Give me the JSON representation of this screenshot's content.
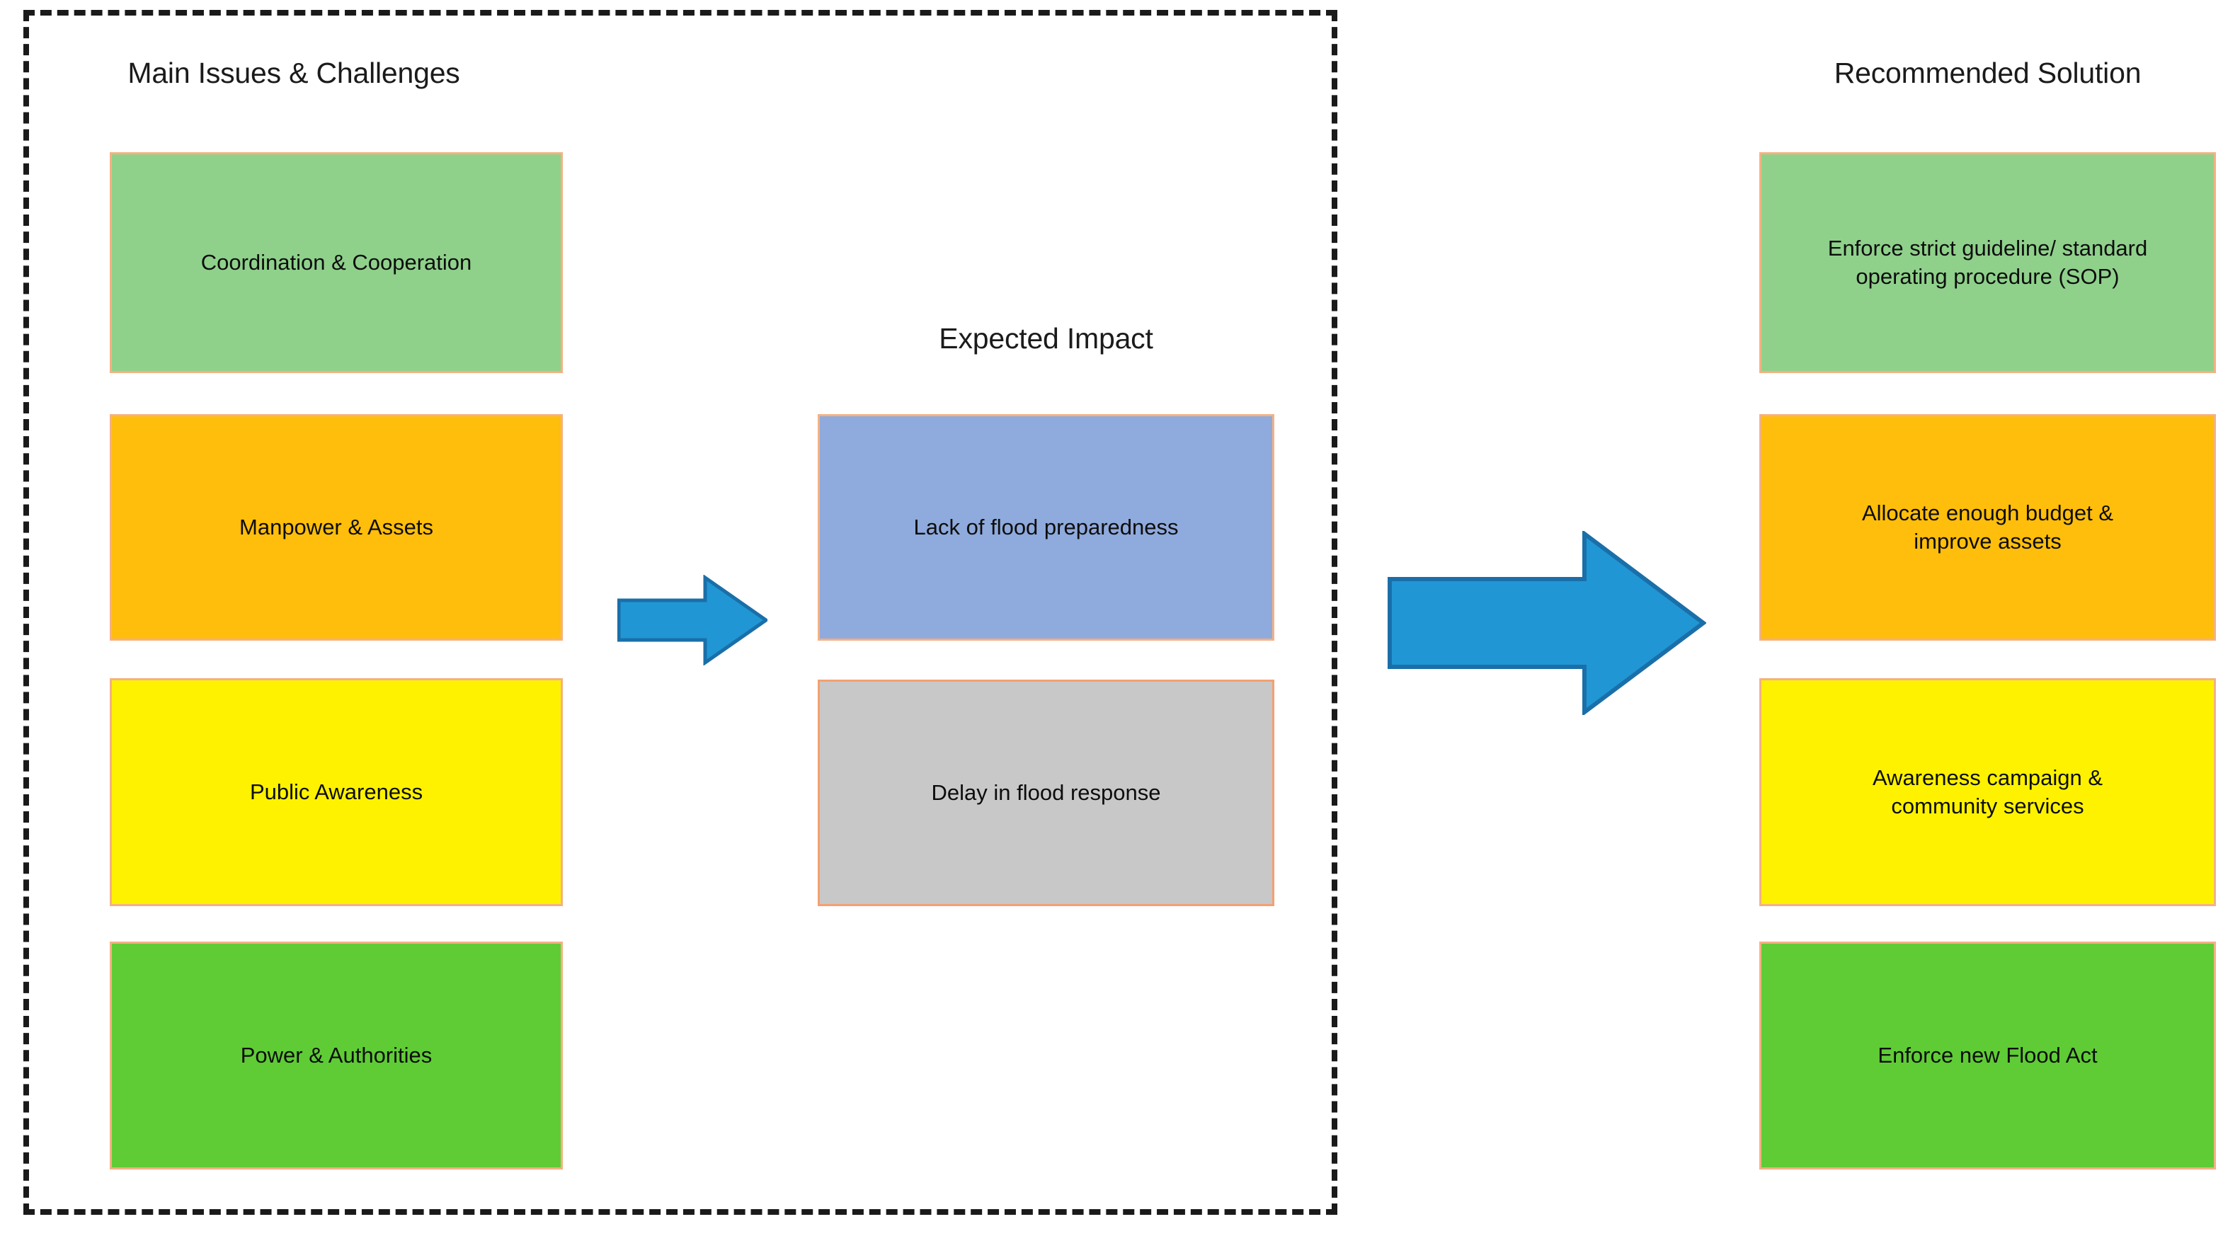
{
  "diagram": {
    "title_left": "Main Issues & Challenges",
    "title_center": "Expected Impact",
    "title_right": "Recommended Solution",
    "colors": {
      "box_border": "#f4b183",
      "gray_box_border": "#f4a071",
      "arrow_fill": "#2196d4",
      "arrow_stroke": "#1a6fa8",
      "frame_dash": "#1a1a1a",
      "green_light": "#8fd18b",
      "amber": "#ffbe0b",
      "yellow": "#fff200",
      "green_bright": "#5fcc36",
      "blue": "#8faadc",
      "gray": "#c8c8c8"
    },
    "issues": [
      {
        "label": "Coordination & Cooperation",
        "fill": "#8fd18b"
      },
      {
        "label": "Manpower & Assets",
        "fill": "#ffbe0b"
      },
      {
        "label": "Public Awareness",
        "fill": "#fff200"
      },
      {
        "label": "Power & Authorities",
        "fill": "#5fcc36"
      }
    ],
    "impacts": [
      {
        "label": "Lack of flood preparedness",
        "fill": "#8faadc"
      },
      {
        "label": "Delay in flood response",
        "fill": "#c8c8c8"
      }
    ],
    "solutions": [
      {
        "label": "Enforce strict guideline/ standard\noperating procedure (SOP)",
        "fill": "#8fd18b"
      },
      {
        "label": "Allocate enough budget &\nimprove assets",
        "fill": "#ffbe0b"
      },
      {
        "label": "Awareness campaign &\ncommunity services",
        "fill": "#fff200"
      },
      {
        "label": "Enforce new Flood Act",
        "fill": "#5fcc36"
      }
    ],
    "arrows": [
      {
        "name": "issues-to-impact-arrow",
        "direction": "right"
      },
      {
        "name": "impact-to-solution-arrow",
        "direction": "right"
      }
    ]
  }
}
